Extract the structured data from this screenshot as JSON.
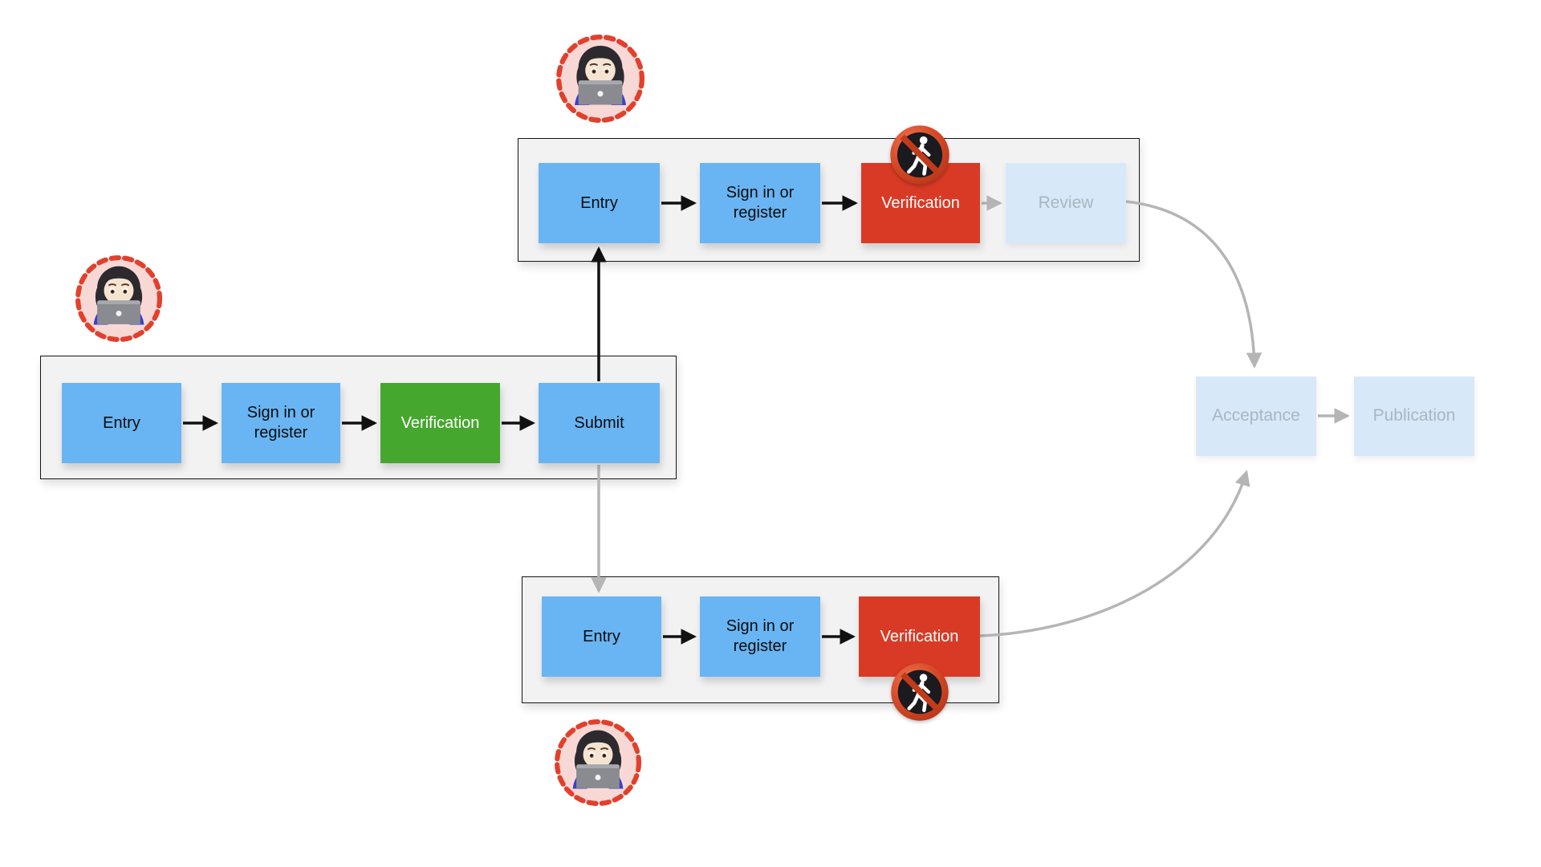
{
  "diagram": {
    "lanes": {
      "reviewer_top": {
        "boxes": [
          {
            "label": "Entry"
          },
          {
            "label": "Sign in or register"
          },
          {
            "label": "Verification"
          },
          {
            "label": "Review"
          }
        ]
      },
      "author_main": {
        "boxes": [
          {
            "label": "Entry"
          },
          {
            "label": "Sign in or register"
          },
          {
            "label": "Verification"
          },
          {
            "label": "Submit"
          }
        ]
      },
      "reviewer_bottom": {
        "boxes": [
          {
            "label": "Entry"
          },
          {
            "label": "Sign in or register"
          },
          {
            "label": "Verification"
          }
        ]
      }
    },
    "terminal_nodes": {
      "acceptance": {
        "label": "Acceptance"
      },
      "publication": {
        "label": "Publication"
      }
    },
    "icons": {
      "blocked_marker": "no-pedestrians-emoji",
      "persona_marker": "woman-technologist-emoji"
    },
    "colors": {
      "node_blue": "#69b5f3",
      "node_green": "#46a72e",
      "node_red": "#d93a26",
      "node_faded_blue": "#d7e8f9",
      "faded_text": "#aab6c0",
      "lane_background": "#f2f2f3",
      "arrow_black": "#111111",
      "arrow_gray": "#b5b5b5",
      "avatar_ring": "#e2402c",
      "avatar_background": "#f8d8d5"
    }
  }
}
